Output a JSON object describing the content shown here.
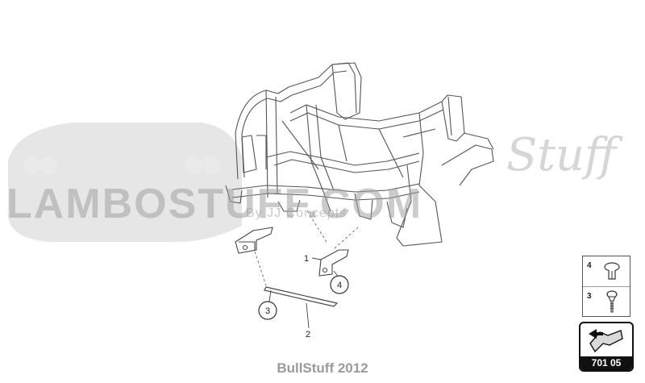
{
  "watermark": {
    "main": "LAMBOSTUFF.COM",
    "sub": "By JJ Concepts",
    "script": "Stuff"
  },
  "callouts": {
    "c1": "1",
    "c2": "2",
    "c3": "3",
    "c4": "4"
  },
  "legend": {
    "row1_num": "4",
    "row2_num": "3"
  },
  "badge": {
    "code": "701 05"
  },
  "footer": {
    "text": "BullStuff 2012"
  }
}
